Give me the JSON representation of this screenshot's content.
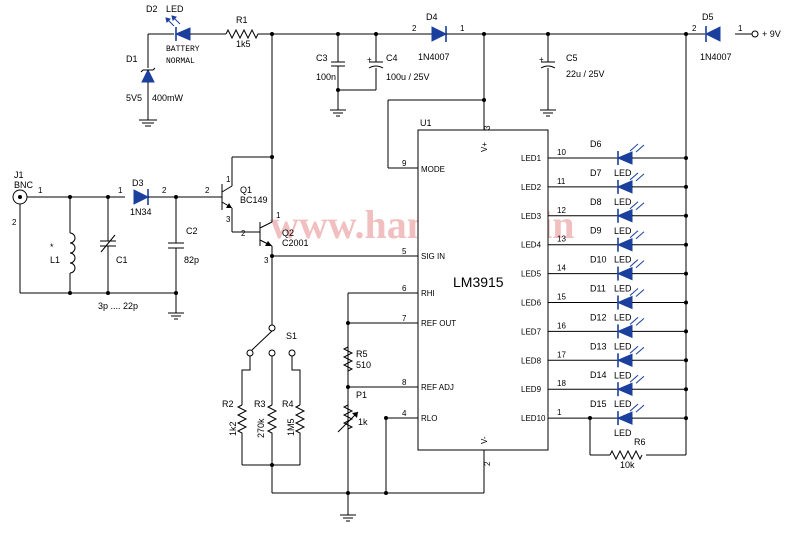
{
  "watermark": "www.hamradio.in",
  "supply": "+ 9V",
  "ic": {
    "ref": "U1",
    "name": "LM3915",
    "pins_left": [
      "MODE",
      "SIG IN",
      "RHI",
      "REF OUT",
      "REF ADJ",
      "RLO"
    ],
    "pins_right": [
      "LED1",
      "LED2",
      "LED3",
      "LED4",
      "LED5",
      "LED6",
      "LED7",
      "LED8",
      "LED9",
      "LED10"
    ],
    "vplus": "V+",
    "vminus": "V-"
  },
  "pin_numbers": {
    "mode": "9",
    "sigin": "5",
    "rhi": "6",
    "refout": "7",
    "refadj": "8",
    "rlo": "4",
    "vplus": "3",
    "vminus": "2",
    "leds": [
      "10",
      "11",
      "12",
      "13",
      "14",
      "15",
      "16",
      "17",
      "18",
      "1"
    ]
  },
  "leds": {
    "refs": [
      "D6",
      "D7",
      "D8",
      "D9",
      "D10",
      "D11",
      "D12",
      "D13",
      "D14",
      "D15"
    ],
    "label": "LED"
  },
  "components": {
    "j1": {
      "ref": "J1",
      "type": "BNC",
      "p1": "1",
      "p2": "2"
    },
    "l1": {
      "ref": "L1",
      "mark": "*"
    },
    "c1": {
      "ref": "C1",
      "value": "3p .... 22p"
    },
    "d3": {
      "ref": "D3",
      "value": "1N34",
      "p1": "1",
      "p2": "2"
    },
    "c2": {
      "ref": "C2",
      "value": "82p"
    },
    "q1": {
      "ref": "Q1",
      "value": "BC149",
      "p1": "1",
      "p2": "2",
      "p3": "3"
    },
    "q2": {
      "ref": "Q2",
      "value": "C2001",
      "p1": "1",
      "p2": "2",
      "p3": "3"
    },
    "d2": {
      "ref": "D2",
      "value": "LED",
      "note1": "BATTERY",
      "note2": "NORMAL"
    },
    "r1": {
      "ref": "R1",
      "value": "1k5"
    },
    "d1": {
      "ref": "D1",
      "value1": "5V5",
      "value2": "400mW"
    },
    "c3": {
      "ref": "C3",
      "value": "100n"
    },
    "c4": {
      "ref": "C4",
      "value": "100u / 25V"
    },
    "d4": {
      "ref": "D4",
      "value": "1N4007",
      "p1": "1",
      "p2": "2"
    },
    "c5": {
      "ref": "C5",
      "value": "22u / 25V"
    },
    "d5": {
      "ref": "D5",
      "value": "1N4007",
      "p1": "1",
      "p2": "2"
    },
    "s1": {
      "ref": "S1"
    },
    "r2": {
      "ref": "R2",
      "value": "1k2"
    },
    "r3": {
      "ref": "R3",
      "value": "270k"
    },
    "r4": {
      "ref": "R4",
      "value": "1M5"
    },
    "r5": {
      "ref": "R5",
      "value": "510"
    },
    "p1": {
      "ref": "P1",
      "value": "1k"
    },
    "r6": {
      "ref": "R6",
      "value": "10k"
    }
  }
}
